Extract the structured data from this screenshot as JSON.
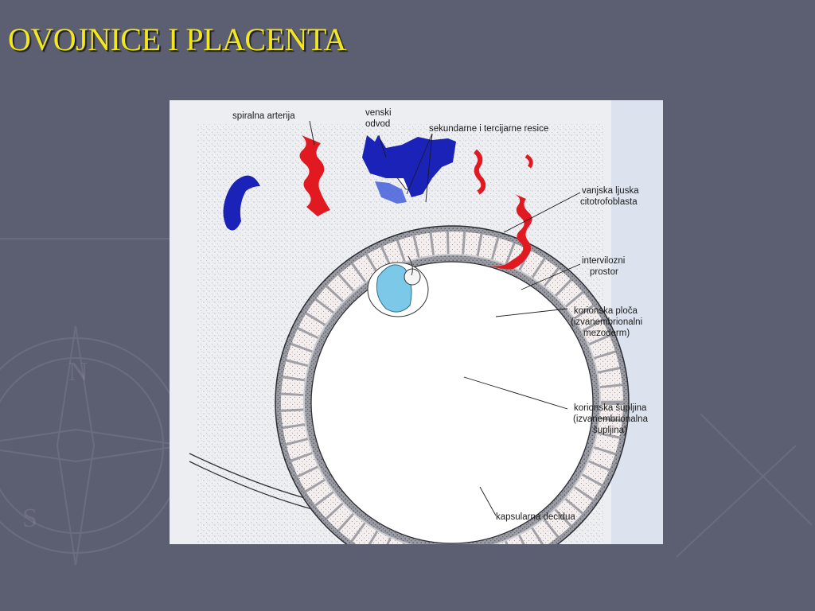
{
  "slide": {
    "title": "OVOJNICE I PLACENTA",
    "colors": {
      "background": "#5c5e72",
      "title": "#f2e81c",
      "artery": "#e11a22",
      "vein": "#1b22b8",
      "embryo": "#7cc8e8"
    }
  },
  "figure": {
    "labels": {
      "spiral_artery": "spiralna arterija",
      "venous_drain_1": "venski",
      "venous_drain_2": "odvod",
      "villi": "sekundarne i tercijarne resice",
      "outer_shell_1": "vanjska ljuska",
      "outer_shell_2": "citotrofoblasta",
      "intervillous_1": "intervilozni",
      "intervillous_2": "prostor",
      "chorionic_plate_1": "korionska ploča",
      "chorionic_plate_2": "(izvanembrionalni",
      "chorionic_plate_3": "mezoderm)",
      "chorionic_cavity_1": "korionska šupljina",
      "chorionic_cavity_2": "(izvanembrionalna",
      "chorionic_cavity_3": "šupljina)",
      "capsular_decidua": "kapsularna decidua"
    }
  }
}
